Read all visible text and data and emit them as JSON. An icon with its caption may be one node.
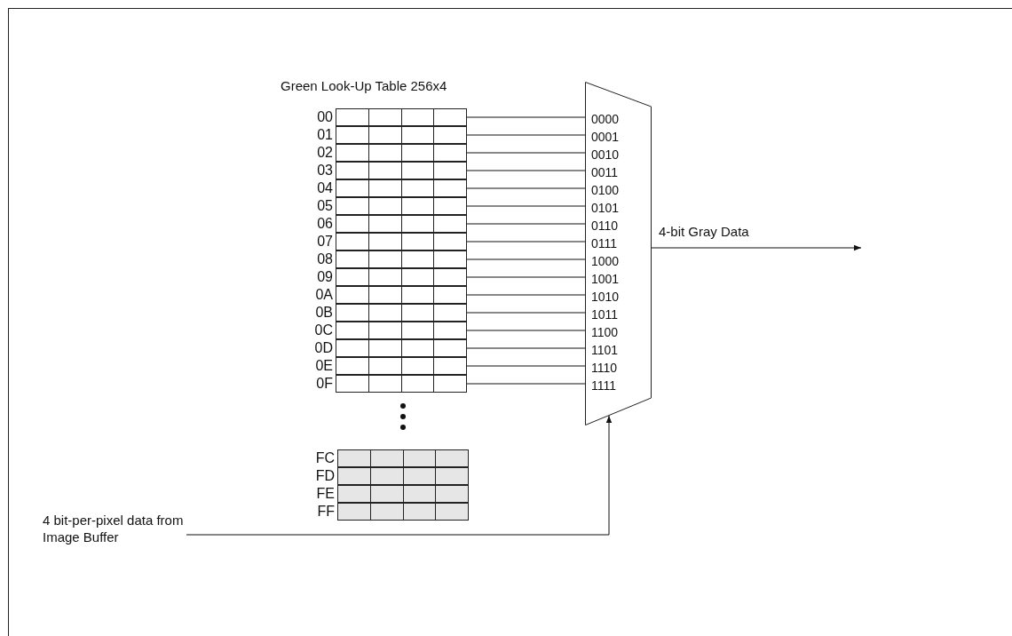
{
  "diagram": {
    "nodes": [
      {
        "text": [
          "Green Look-Up Table 256x4"
        ]
      },
      {
        "text": [],
        "shape": "box",
        "in": 0,
        "beside": [
          "00"
        ]
      },
      {
        "text": [],
        "shape": "box",
        "in": 0,
        "beside": [
          "01"
        ]
      },
      {
        "text": [],
        "shape": "box",
        "in": 0,
        "beside": [
          "02"
        ]
      },
      {
        "text": [],
        "shape": "box",
        "in": 0,
        "beside": [
          "03"
        ]
      },
      {
        "text": [],
        "shape": "box",
        "in": 0,
        "beside": [
          "04"
        ]
      },
      {
        "text": [],
        "shape": "box",
        "in": 0,
        "beside": [
          "05"
        ]
      },
      {
        "text": [],
        "shape": "box",
        "in": 0,
        "beside": [
          "06"
        ]
      },
      {
        "text": [],
        "shape": "box",
        "in": 0,
        "beside": [
          "07"
        ]
      },
      {
        "text": [],
        "shape": "box",
        "in": 0,
        "beside": [
          "08"
        ]
      },
      {
        "text": [],
        "shape": "box",
        "in": 0,
        "beside": [
          "09"
        ]
      },
      {
        "text": [],
        "shape": "box",
        "in": 0,
        "beside": [
          "0A"
        ]
      },
      {
        "text": [],
        "shape": "box",
        "in": 0,
        "beside": [
          "0B"
        ]
      },
      {
        "text": [],
        "shape": "box",
        "in": 0,
        "beside": [
          "0C"
        ]
      },
      {
        "text": [],
        "shape": "box",
        "in": 0,
        "beside": [
          "0D"
        ]
      },
      {
        "text": [],
        "shape": "box",
        "in": 0,
        "beside": [
          "0E"
        ]
      },
      {
        "text": [],
        "shape": "box",
        "in": 0,
        "beside": [
          "0F"
        ]
      },
      {
        "text": [
          "0000",
          "0001",
          "0010",
          "0011",
          "0100",
          "0101",
          "0110",
          "0111",
          "1000",
          "1001",
          "1010",
          "1011",
          "1100",
          "1101",
          "1110",
          "1111"
        ]
      },
      {
        "text": [],
        "shape": "box"
      },
      {
        "text": [],
        "shape": "box",
        "in": 18,
        "beside": [
          "FC"
        ]
      },
      {
        "text": [],
        "shape": "box",
        "in": 18,
        "beside": [
          "FD"
        ]
      },
      {
        "text": [],
        "shape": "box",
        "in": 18,
        "beside": [
          "FE"
        ]
      },
      {
        "text": [],
        "shape": "box",
        "in": 18,
        "beside": [
          "FF"
        ]
      },
      {
        "text": [
          "4 bit-per-pixel data from Image Buffer"
        ]
      }
    ],
    "edges": [
      {
        "from": 1,
        "to": 17,
        "arrow": "none"
      },
      {
        "from": 2,
        "to": 17,
        "arrow": "none"
      },
      {
        "from": 3,
        "to": 17,
        "arrow": "none"
      },
      {
        "from": 4,
        "to": 17,
        "arrow": "none"
      },
      {
        "from": 5,
        "to": 17,
        "arrow": "none"
      },
      {
        "from": 6,
        "to": 17,
        "arrow": "none"
      },
      {
        "from": 7,
        "to": 17,
        "arrow": "none"
      },
      {
        "from": 8,
        "to": 17,
        "arrow": "none"
      },
      {
        "from": 9,
        "to": 17,
        "arrow": "none"
      },
      {
        "from": 10,
        "to": 17,
        "arrow": "none"
      },
      {
        "from": 11,
        "to": 17,
        "arrow": "none"
      },
      {
        "from": 12,
        "to": 17,
        "arrow": "none"
      },
      {
        "from": 13,
        "to": 17,
        "arrow": "none"
      },
      {
        "from": 14,
        "to": 17,
        "arrow": "none"
      },
      {
        "from": 15,
        "to": 17,
        "arrow": "none"
      },
      {
        "from": 16,
        "to": 17,
        "arrow": "none"
      },
      {
        "from": 23,
        "to": 17,
        "arrow": "to"
      },
      {
        "from": 17,
        "to": null,
        "arrow": "to",
        "label": "4-bit Gray Data"
      }
    ]
  }
}
